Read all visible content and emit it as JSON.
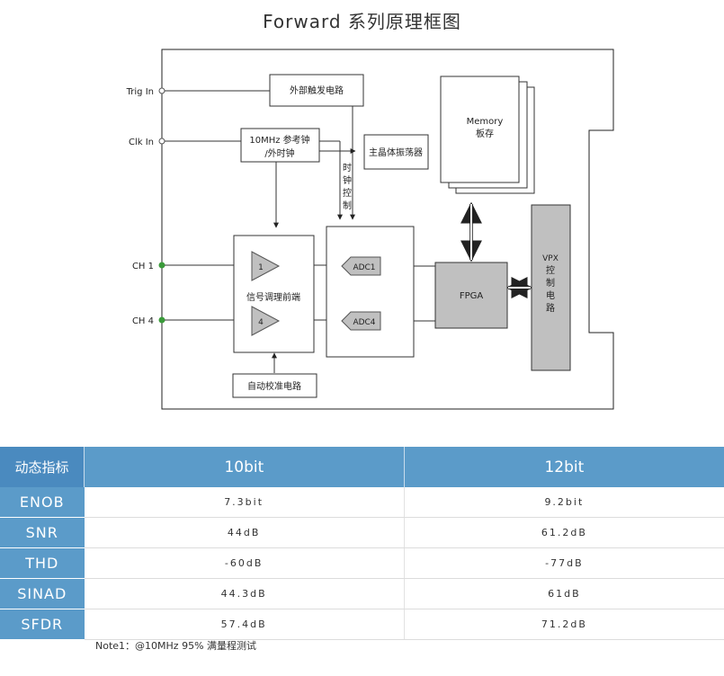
{
  "title": "Forward 系列原理框图",
  "diagram": {
    "inputs": {
      "trig_in": "Trig In",
      "clk_in": "Clk In",
      "ch1": "CH 1",
      "ch4": "CH 4"
    },
    "blocks": {
      "ext_trigger": "外部触发电路",
      "ref_clock_line1": "10MHz 参考钟",
      "ref_clock_line2": "/外时钟",
      "master_oscillator": "主晶体振荡器",
      "clock_control_1": "时",
      "clock_control_2": "钟",
      "clock_control_3": "控",
      "clock_control_4": "制",
      "memory_line1": "Memory",
      "memory_line2": "板存",
      "amp1": "1",
      "amp4": "4",
      "frontend": "信号调理前端",
      "adc1": "ADC1",
      "adc4": "ADC4",
      "fpga": "FPGA",
      "vpx_1": "VPX",
      "vpx_2": "控",
      "vpx_3": "制",
      "vpx_4": "电",
      "vpx_5": "路",
      "calibration": "自动校准电路"
    },
    "colors": {
      "block_fill": "#c0c0c0",
      "input_dot": "#3a9b3a",
      "line": "#333333"
    }
  },
  "table": {
    "headers": [
      "动态指标",
      "10bit",
      "12bit"
    ],
    "rows": [
      {
        "label": "ENOB",
        "bit10": "7.3bit",
        "bit12": "9.2bit"
      },
      {
        "label": "SNR",
        "bit10": "44dB",
        "bit12": "61.2dB"
      },
      {
        "label": "THD",
        "bit10": "-60dB",
        "bit12": "-77dB"
      },
      {
        "label": "SINAD",
        "bit10": "44.3dB",
        "bit12": "61dB"
      },
      {
        "label": "SFDR",
        "bit10": "57.4dB",
        "bit12": "71.2dB"
      }
    ]
  },
  "note": "Note1：@10MHz 95% 满量程测试"
}
